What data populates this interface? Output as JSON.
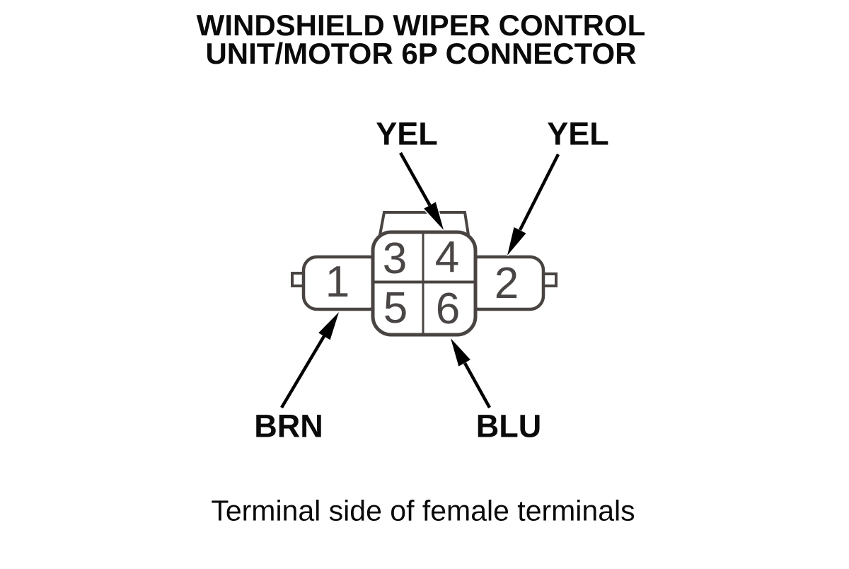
{
  "title": {
    "line1": "WINDSHIELD WIPER CONTROL",
    "line2": "UNIT/MOTOR 6P CONNECTOR"
  },
  "connector": {
    "type": "6P connector, terminal side of female terminals",
    "terminals": [
      "1",
      "2",
      "3",
      "4",
      "5",
      "6"
    ]
  },
  "wires": [
    {
      "label": "YEL",
      "points_to_terminal": "4"
    },
    {
      "label": "YEL",
      "points_to_terminal": "2"
    },
    {
      "label": "BRN",
      "points_to_terminal": "1"
    },
    {
      "label": "BLU",
      "points_to_terminal": "6"
    }
  ],
  "caption": "Terminal side of female terminals",
  "colors": {
    "background": "#ffffff",
    "connector_outline": "#494442",
    "terminal_text": "#4a4645",
    "label_text": "#0a0a0a",
    "arrow": "#000000"
  }
}
